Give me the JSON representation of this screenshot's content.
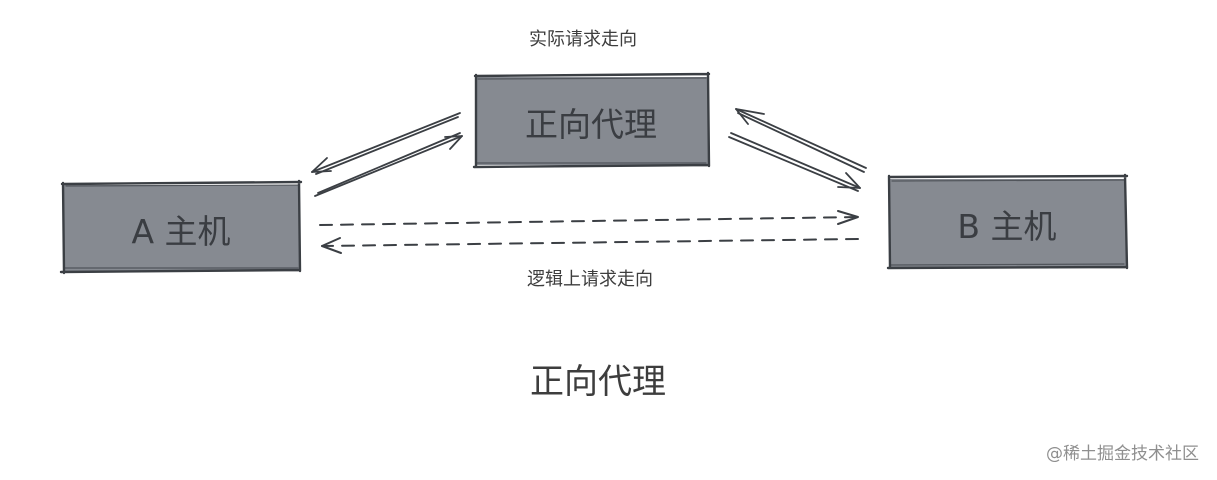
{
  "diagram": {
    "top_caption": "实际请求走向",
    "logic_caption": "逻辑上请求走向",
    "proxy_label": "正向代理",
    "host_a_label": "A  主机",
    "host_b_label": "B  主机",
    "title": "正向代理"
  },
  "watermark": "@稀土掘金技术社区",
  "colors": {
    "box_fill": "#868a91",
    "stroke": "#3b3f44",
    "text": "#3a3d42"
  }
}
